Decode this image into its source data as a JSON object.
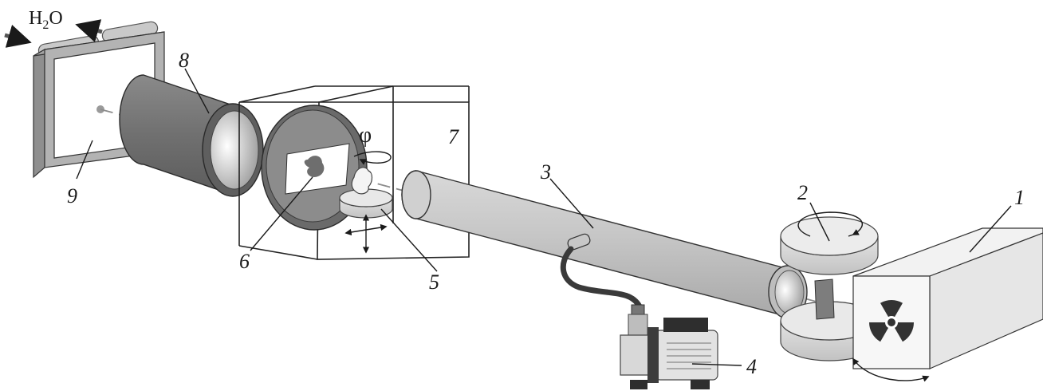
{
  "labels": {
    "water": "H",
    "water_sub": "2",
    "water_tail": "O",
    "phi": "φ",
    "n1": "1",
    "n2": "2",
    "n3": "3",
    "n4": "4",
    "n5": "5",
    "n6": "6",
    "n7": "7",
    "n8": "8",
    "n9": "9"
  },
  "colors": {
    "tube_fill": "#c4c4c4",
    "tube_dark": "#7a7a7a",
    "detector_frame": "#b0b0b0",
    "box_fill": "#efefef",
    "radiation_symbol": "#333333",
    "beam_line": "#8c8c8c"
  },
  "icons": [
    "radiation-icon",
    "rotation-arrow-icon",
    "translation-arrows-icon",
    "water-flow-arrow-icon"
  ]
}
